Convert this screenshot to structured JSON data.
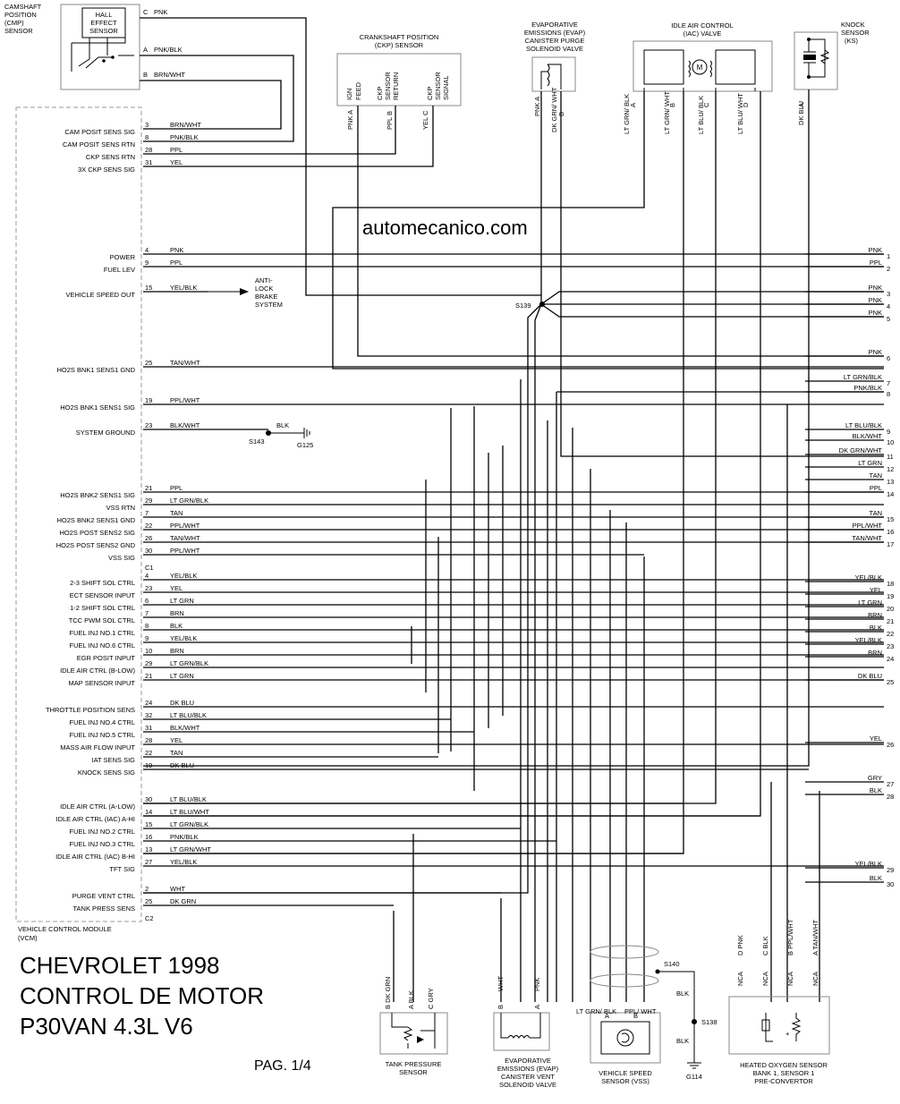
{
  "watermark": "automecanico.com",
  "title": {
    "line1": "CHEVROLET 1998",
    "line2": "CONTROL DE MOTOR",
    "line3": "P30VAN 4.3L V6"
  },
  "page_label": "PAG. 1/4",
  "vcm": {
    "label_line1": "VEHICLE CONTROL MODULE",
    "label_line2": "(VCM)"
  },
  "cmp_sensor": {
    "label": [
      "CAMSHAFT",
      "POSITION",
      "(CMP)",
      "SENSOR"
    ],
    "inner": [
      "HALL",
      "EFFECT",
      "SENSOR"
    ],
    "pins": [
      {
        "pin": "C",
        "color": "PNK"
      },
      {
        "pin": "A",
        "color": "PNK/BLK"
      },
      {
        "pin": "B",
        "color": "BRN/WHT"
      }
    ]
  },
  "ckp_sensor": {
    "label": [
      "CRANKSHAFT POSITION",
      "(CKP) SENSOR"
    ],
    "inside": [
      [
        "IGN",
        "FEED"
      ],
      [
        "CKP",
        "SENSOR",
        "RETURN"
      ],
      [
        "CKP",
        "SENSOR",
        "SIGNAL"
      ]
    ],
    "pins": [
      "PNK A",
      "PPL B",
      "YEL C"
    ]
  },
  "evap_purge": {
    "label": [
      "EVAPORATIVE",
      "EMISSIONS (EVAP)",
      "CANISTER PURGE",
      "SOLENOID VALVE"
    ],
    "pins": [
      "PNK A",
      "B"
    ],
    "wire_label": "DK GRN/ WHT"
  },
  "iac_valve": {
    "label": [
      "IDLE AIR CONTROL",
      "(IAC) VALVE"
    ],
    "motor": "M",
    "pins": [
      "A",
      "B",
      "C",
      "D"
    ],
    "wires": [
      "LT GRN/ BLK",
      "LT GRN/ WHT",
      "LT BLU/ BLK",
      "LT BLU/ WHT"
    ]
  },
  "knock_sensor": {
    "label": [
      "KNOCK",
      "SENSOR",
      "(KS)"
    ],
    "pin": "A",
    "wire": "DK BLU"
  },
  "vcm_pins": [
    {
      "name": "CAM POSIT SENS SIG",
      "pin": "3",
      "color": "BRN/WHT"
    },
    {
      "name": "CAM POSIT SENS RTN",
      "pin": "8",
      "color": "PNK/BLK"
    },
    {
      "name": "CKP SENS RTN",
      "pin": "28",
      "color": "PPL"
    },
    {
      "name": "3X CKP SENS SIG",
      "pin": "31",
      "color": "YEL"
    },
    {
      "name": "POWER",
      "pin": "4",
      "color": "PNK"
    },
    {
      "name": "FUEL LEV",
      "pin": "9",
      "color": "PPL"
    },
    {
      "name": "VEHICLE SPEED OUT",
      "pin": "15",
      "color": "YEL/BLK"
    },
    {
      "name": "HO2S BNK1 SENS1 GND",
      "pin": "25",
      "color": "TAN/WHT"
    },
    {
      "name": "HO2S BNK1 SENS1 SIG",
      "pin": "19",
      "color": "PPL/WHT"
    },
    {
      "name": "SYSTEM GROUND",
      "pin": "23",
      "color": "BLK/WHT"
    },
    {
      "name": "HO2S BNK2 SENS1 SIG",
      "pin": "21",
      "color": "PPL"
    },
    {
      "name": "VSS RTN",
      "pin": "29",
      "color": "LT GRN/BLK"
    },
    {
      "name": "HO2S BNK2 SENS1 GND",
      "pin": "7",
      "color": "TAN"
    },
    {
      "name": "HO2S POST SENS2 SIG",
      "pin": "22",
      "color": "PPL/WHT"
    },
    {
      "name": "HO2S POST SENS2 GND",
      "pin": "26",
      "color": "TAN/WHT"
    },
    {
      "name": "VSS SIG",
      "pin": "30",
      "color": "PPL/WHT"
    },
    {
      "name": "2-3 SHIFT SOL CTRL",
      "pin": "4",
      "color": "YEL/BLK"
    },
    {
      "name": "ECT SENSOR INPUT",
      "pin": "23",
      "color": "YEL"
    },
    {
      "name": "1-2 SHIFT SOL CTRL",
      "pin": "6",
      "color": "LT GRN"
    },
    {
      "name": "TCC PWM SOL CTRL",
      "pin": "7",
      "color": "BRN"
    },
    {
      "name": "FUEL INJ NO.1 CTRL",
      "pin": "8",
      "color": "BLK"
    },
    {
      "name": "FUEL INJ NO.6 CTRL",
      "pin": "9",
      "color": "YEL/BLK"
    },
    {
      "name": "EGR POSIT INPUT",
      "pin": "10",
      "color": "BRN"
    },
    {
      "name": "IDLE AIR CTRL (B-LOW)",
      "pin": "29",
      "color": "LT GRN/BLK"
    },
    {
      "name": "MAP SENSOR INPUT",
      "pin": "21",
      "color": "LT GRN"
    },
    {
      "name": "THROTTLE POSITION SENS",
      "pin": "24",
      "color": "DK BLU"
    },
    {
      "name": "FUEL INJ NO.4 CTRL",
      "pin": "32",
      "color": "LT BLU/BLK"
    },
    {
      "name": "FUEL INJ NO.5 CTRL",
      "pin": "31",
      "color": "BLK/WHT"
    },
    {
      "name": "MASS AIR FLOW INPUT",
      "pin": "28",
      "color": "YEL"
    },
    {
      "name": "IAT SENS SIG",
      "pin": "22",
      "color": "TAN"
    },
    {
      "name": "KNOCK SENS SIG",
      "pin": "19",
      "color": "DK BLU"
    },
    {
      "name": "IDLE AIR CTRL (A-LOW)",
      "pin": "30",
      "color": "LT BLU/BLK"
    },
    {
      "name": "IDLE AIR CTRL (IAC) A-HI",
      "pin": "14",
      "color": "LT BLU/WHT"
    },
    {
      "name": "FUEL INJ NO.2 CTRL",
      "pin": "15",
      "color": "LT GRN/BLK"
    },
    {
      "name": "FUEL INJ NO.3 CTRL",
      "pin": "16",
      "color": "PNK/BLK"
    },
    {
      "name": "IDLE AIR CTRL (IAC) B-HI",
      "pin": "13",
      "color": "LT GRN/WHT"
    },
    {
      "name": "TFT SIG",
      "pin": "27",
      "color": "YEL/BLK"
    },
    {
      "name": "PURGE VENT CTRL",
      "pin": "2",
      "color": "WHT"
    },
    {
      "name": "TANK PRESS SENS",
      "pin": "25",
      "color": "DK GRN"
    }
  ],
  "connectors": {
    "c1": "C1",
    "c2": "C2"
  },
  "abs_target": [
    "ANTI-",
    "LOCK",
    "BRAKE",
    "SYSTEM"
  ],
  "ground": {
    "splice": "S143",
    "wire": "BLK",
    "ground": "G125"
  },
  "splice_s139": "S139",
  "right_outputs": [
    {
      "n": "1",
      "color": "PNK"
    },
    {
      "n": "2",
      "color": "PPL"
    },
    {
      "n": "3",
      "color": "PNK"
    },
    {
      "n": "4",
      "color": "PNK"
    },
    {
      "n": "5",
      "color": "PNK"
    },
    {
      "n": "6",
      "color": "PNK"
    },
    {
      "n": "7",
      "color": "LT GRN/BLK"
    },
    {
      "n": "8",
      "color": "PNK/BLK"
    },
    {
      "n": "9",
      "color": "LT BLU/BLK"
    },
    {
      "n": "10",
      "color": "BLK/WHT"
    },
    {
      "n": "11",
      "color": "DK GRN/WHT"
    },
    {
      "n": "12",
      "color": "LT GRN"
    },
    {
      "n": "13",
      "color": "TAN"
    },
    {
      "n": "14",
      "color": "PPL"
    },
    {
      "n": "15",
      "color": "TAN"
    },
    {
      "n": "16",
      "color": "PPL/WHT"
    },
    {
      "n": "17",
      "color": "TAN/WHT"
    },
    {
      "n": "18",
      "color": "YEL/BLK"
    },
    {
      "n": "19",
      "color": "YEL"
    },
    {
      "n": "20",
      "color": "LT GRN"
    },
    {
      "n": "21",
      "color": "BRN"
    },
    {
      "n": "22",
      "color": "BLK"
    },
    {
      "n": "23",
      "color": "YEL/BLK"
    },
    {
      "n": "24",
      "color": "BRN"
    },
    {
      "n": "25",
      "color": "DK BLU"
    },
    {
      "n": "26",
      "color": "YEL"
    },
    {
      "n": "27",
      "color": "GRY"
    },
    {
      "n": "28",
      "color": "BLK"
    },
    {
      "n": "29",
      "color": "YEL/BLK"
    },
    {
      "n": "30",
      "color": "BLK"
    }
  ],
  "tank_sensor": {
    "label": [
      "TANK PRESSURE",
      "SENSOR"
    ],
    "pins": [
      "B DK GRN",
      "A BLK",
      "C GRY"
    ]
  },
  "evap_vent": {
    "label": [
      "EVAPORATIVE",
      "EMISSIONS (EVAP)",
      "CANISTER VENT",
      "SOLENOID VALVE"
    ],
    "pins": [
      "B",
      "WHT",
      "A",
      "PNK"
    ]
  },
  "vss_sensor": {
    "label": [
      "VEHICLE SPEED",
      "SENSOR (VSS)"
    ],
    "wires": [
      "LT GRN/ BLK",
      "PPL/ WHT"
    ],
    "pins": [
      "A",
      "B"
    ],
    "splice_top": "S140",
    "splice_mid": "S138",
    "wire": "BLK",
    "ground": "G114"
  },
  "ho2s_sensor": {
    "label": [
      "HEATED OXYGEN SENSOR",
      "BANK 1, SENSOR 1",
      "PRE-CONVERTOR"
    ],
    "pins": [
      "D PNK",
      "C BLK",
      "B PPL/WHT",
      "A TAN/WHT"
    ],
    "nca": "NCA"
  }
}
